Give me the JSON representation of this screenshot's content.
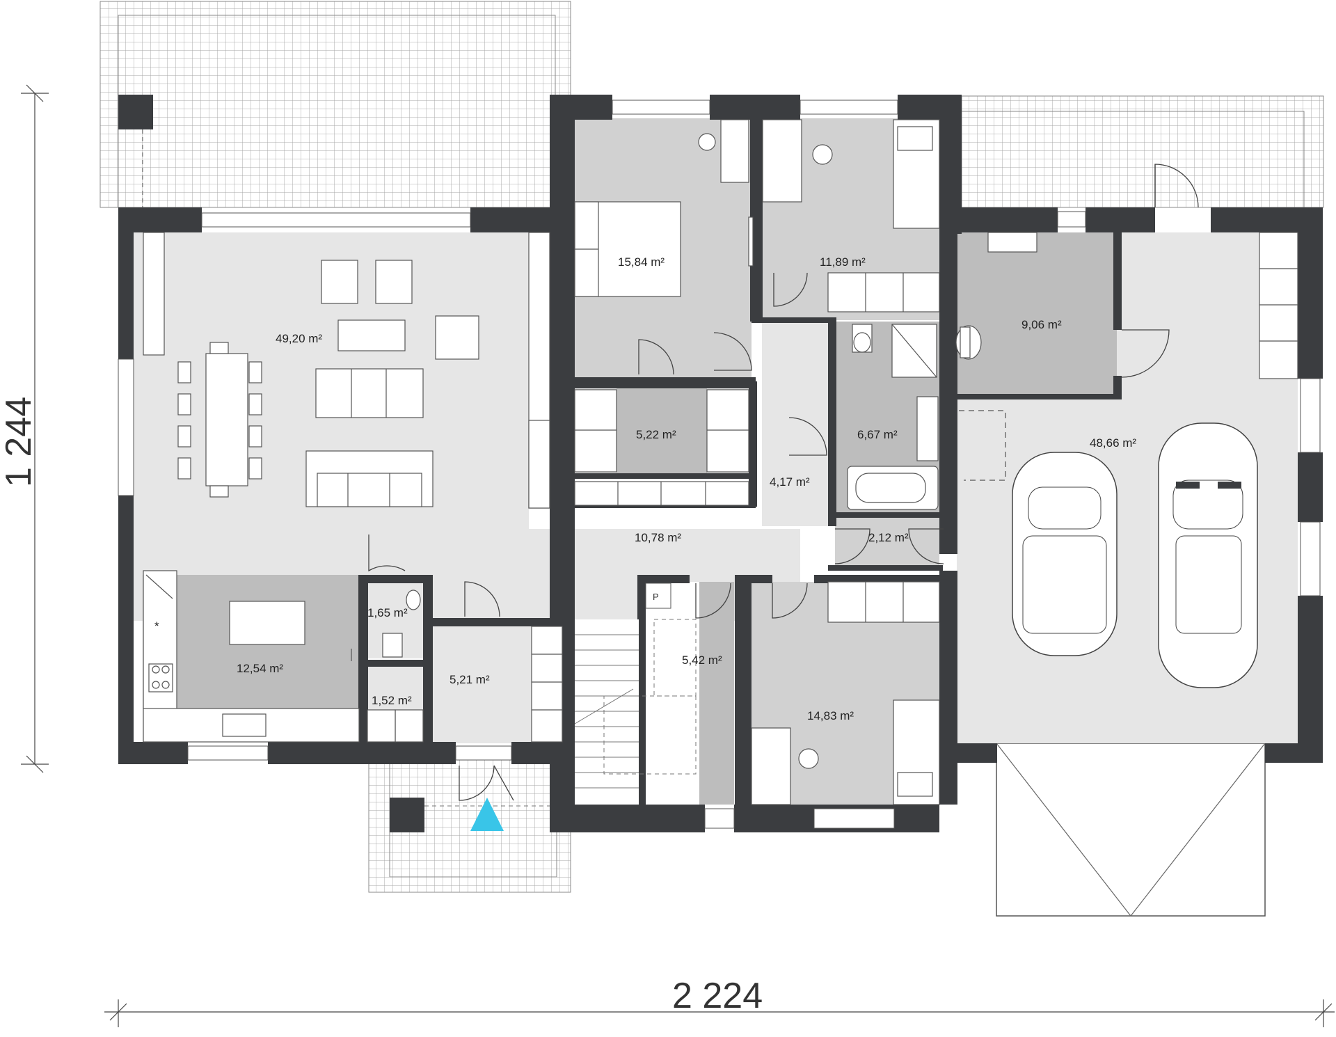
{
  "dimensions": {
    "width": "2 224",
    "height": "1 244"
  },
  "rooms": {
    "living": "49,20 m²",
    "bedroom1": "15,84 m²",
    "bedroom2": "11,89 m²",
    "utility": "9,06 m²",
    "wardrobe": "5,22 m²",
    "bathroom": "6,67 m²",
    "hall": "4,17 m²",
    "corridor": "10,78 m²",
    "storage": "2,12 m²",
    "garage": "48,66 m²",
    "kitchen": "12,54 m²",
    "wc": "1,65 m²",
    "closet": "1,52 m²",
    "entrance": "5,21 m²",
    "stairs": "5,42 m²",
    "bedroom3": "14,83 m²"
  },
  "markers": {
    "pantry": "P"
  },
  "colors": {
    "wall": "#3b3d40",
    "floor_light": "#e6e6e6",
    "floor_mid": "#d1d1d1",
    "floor_dark": "#bdbdbd",
    "entrance_marker": "#39c5e8"
  }
}
